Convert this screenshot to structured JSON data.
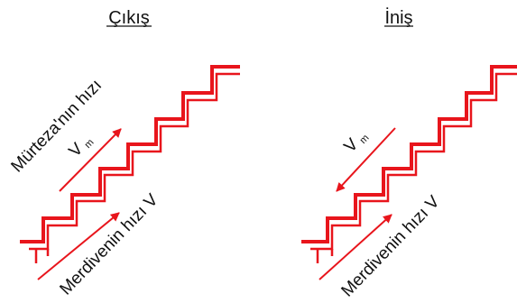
{
  "panels": {
    "exit": {
      "title": "Çıkış",
      "person_speed_label": "Mürteza'nın hızı",
      "person_vector_symbol": "V",
      "person_vector_subscript": "m",
      "escalator_speed_label": "Merdivenin hızı V"
    },
    "descent": {
      "title": "İniş",
      "person_vector_symbol": "V",
      "person_vector_subscript": "m",
      "escalator_speed_label": "Merdivenin hızı V"
    }
  },
  "colors": {
    "stairs": "#e8151c",
    "arrows": "#e8151c",
    "text": "#111111"
  }
}
